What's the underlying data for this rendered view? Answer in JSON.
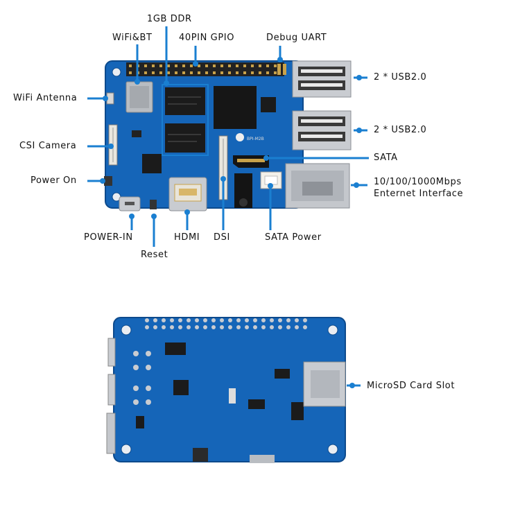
{
  "diagram": {
    "top_board_labels": {
      "ddr": "1GB DDR",
      "wifi_bt": "WiFi&BT",
      "gpio": "40PIN GPIO",
      "debug_uart": "Debug UART",
      "usb_upper": "2 * USB2.0",
      "usb_lower": "2 * USB2.0",
      "wifi_antenna": "WiFi Antenna",
      "csi_camera": "CSI Camera",
      "sata": "SATA",
      "power_on": "Power On",
      "ethernet_line1": "10/100/1000Mbps",
      "ethernet_line2": "Enternet Interface",
      "power_in": "POWER-IN",
      "hdmi": "HDMI",
      "dsi": "DSI",
      "sata_power": "SATA Power",
      "reset": "Reset"
    },
    "bottom_board_labels": {
      "microsd": "MicroSD Card Slot"
    },
    "colors": {
      "pcb": "#1565b8",
      "pcb_dark": "#0d4a8c",
      "callout_line": "#1a7fd1",
      "callout_dot": "#1a7fd1",
      "chip": "#1b1b1b",
      "metal": "#c9ccd1",
      "gold": "#c8a24a"
    }
  }
}
